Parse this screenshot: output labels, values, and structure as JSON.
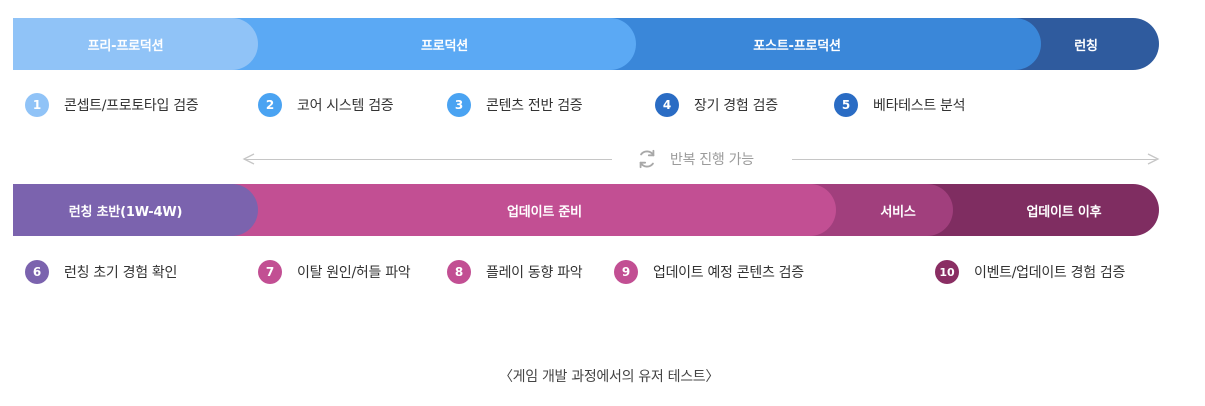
{
  "top_phases": [
    {
      "label": "프리-프로덕션",
      "color": "#90c3f7"
    },
    {
      "label": "프로덕션",
      "color": "#5ba9f4"
    },
    {
      "label": "포스트-프로덕션",
      "color": "#3a87d9"
    },
    {
      "label": "런칭",
      "color": "#2f5b9e"
    }
  ],
  "top_steps": [
    {
      "num": "1",
      "label": "콘셉트/프로토타입 검증",
      "color": "#90c3f7"
    },
    {
      "num": "2",
      "label": "코어 시스템 검증",
      "color": "#4aa3f2"
    },
    {
      "num": "3",
      "label": "콘텐츠 전반 검증",
      "color": "#4aa3f2"
    },
    {
      "num": "4",
      "label": "장기 경험 검증",
      "color": "#2a6cc4"
    },
    {
      "num": "5",
      "label": "베타테스트 분석",
      "color": "#2a6cc4"
    }
  ],
  "repeat": {
    "label": "반복 진행 가능",
    "icon": "refresh-icon"
  },
  "bottom_phases": [
    {
      "label": "런칭 초반(1W-4W)",
      "color": "#7b63ae"
    },
    {
      "label": "업데이트 준비",
      "color": "#c24f93"
    },
    {
      "label": "서비스",
      "color": "#a13f7d"
    },
    {
      "label": "업데이트 이후",
      "color": "#7f2d61"
    }
  ],
  "bottom_steps": [
    {
      "num": "6",
      "label": "런칭 초기 경험 확인",
      "color": "#7b63ae"
    },
    {
      "num": "7",
      "label": "이탈 원인/허들 파악",
      "color": "#c24f93"
    },
    {
      "num": "8",
      "label": "플레이 동향 파악",
      "color": "#c24f93"
    },
    {
      "num": "9",
      "label": "업데이트 예정 콘텐츠 검증",
      "color": "#c24f93"
    },
    {
      "num": "10",
      "label": "이벤트/업데이트 경험 검증",
      "color": "#8a2e63"
    }
  ],
  "caption": "〈게임 개발 과정에서의 유저 테스트〉"
}
